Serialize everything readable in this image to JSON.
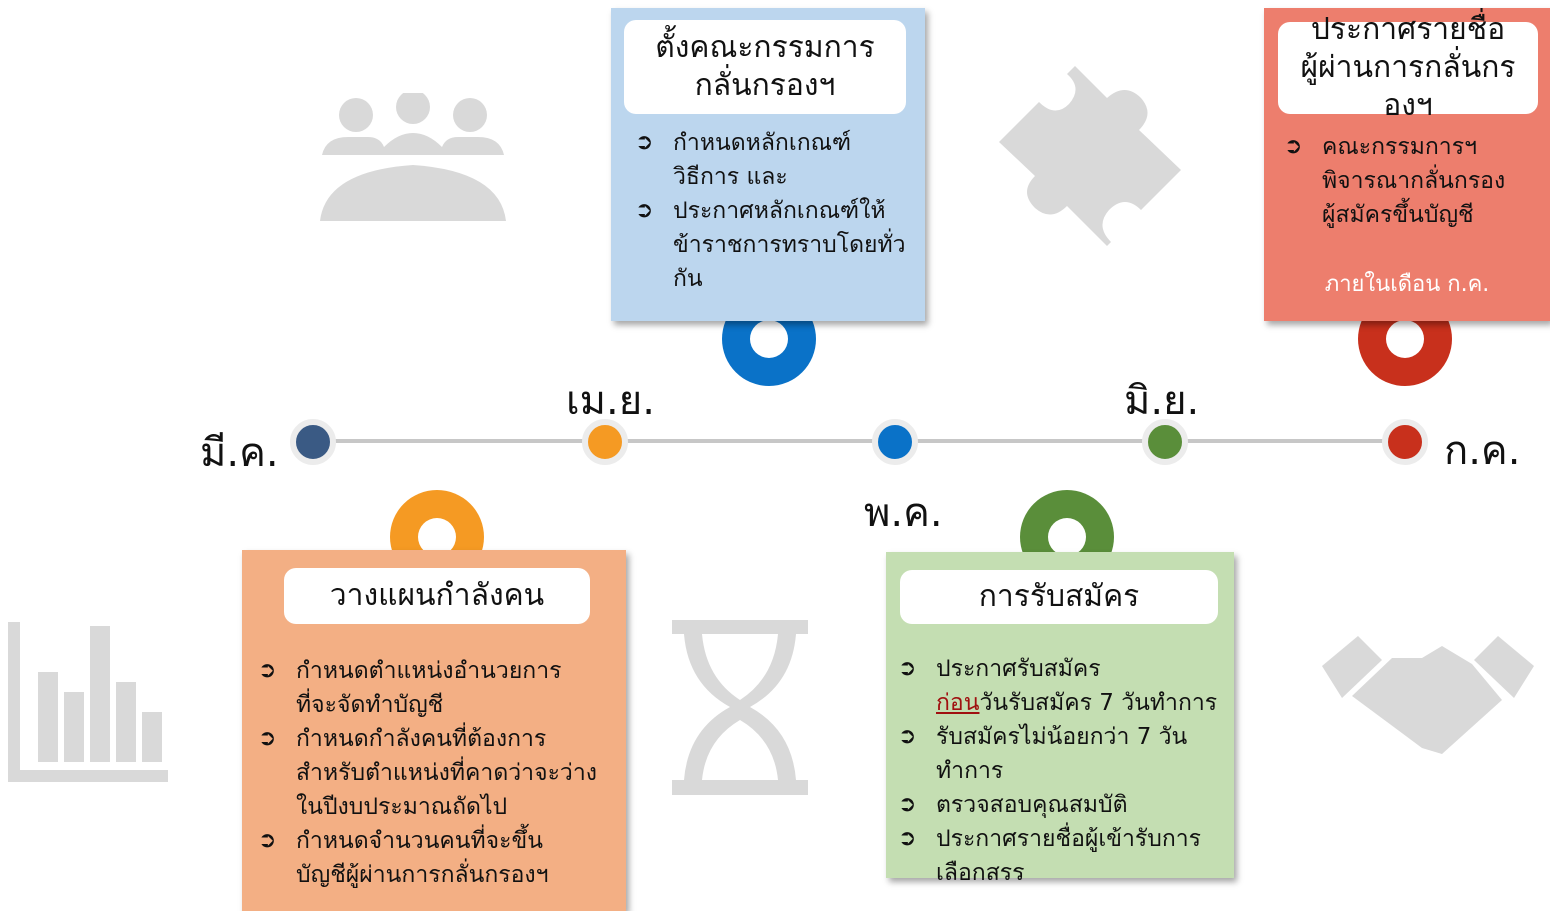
{
  "months": {
    "mar": "มี.ค.",
    "apr": "เม.ย.",
    "may": "พ.ค.",
    "jun": "มิ.ย.",
    "jul": "ก.ค."
  },
  "colors": {
    "navy": "#3a5a84",
    "orange": "#f59a23",
    "blue": "#0a72c8",
    "green": "#5a8e3a",
    "red": "#c8301c",
    "card_blue": "#bcd6ee",
    "card_red": "#ed7e6d",
    "card_orange": "#f3af84",
    "card_green": "#c4deb2",
    "icon_gray": "#d9d9d9"
  },
  "cards": {
    "committee": {
      "title_line1": "ตั้งคณะกรรมการ",
      "title_line2": "กลั่นกรองฯ",
      "items": [
        [
          "กำหนดหลักเกณฑ์",
          "วิธีการ และ"
        ],
        [
          "ประกาศหลักเกณฑ์ให้",
          "ข้าราชการทราบโดยทั่วกัน"
        ]
      ]
    },
    "announce": {
      "title_line1": "ประกาศรายชื่อ",
      "title_line2": "ผู้ผ่านการกลั่นกรองฯ",
      "items": [
        [
          "คณะกรรมการฯ",
          "พิจารณากลั่นกรอง",
          "ผู้สมัครขึ้นบัญชี"
        ]
      ],
      "note": "ภายในเดือน ก.ค."
    },
    "planning": {
      "title": "วางแผนกำลังคน",
      "items": [
        [
          "กำหนดตำแหน่งอำนวยการ",
          "ที่จะจัดทำบัญชี"
        ],
        [
          "กำหนดกำลังคนที่ต้องการ",
          "สำหรับตำแหน่งที่คาดว่าจะว่าง",
          "ในปีงบประมาณถัดไป"
        ],
        [
          "กำหนดจำนวนคนที่จะขึ้น",
          "บัญชีผู้ผ่านการกลั่นกรองฯ"
        ]
      ]
    },
    "apply": {
      "title": "การรับสมัคร",
      "item1_line1": "ประกาศรับสมัคร",
      "item1_underlined": "ก่อน",
      "item1_rest": "วันรับสมัคร 7 วันทำการ",
      "item2": "รับสมัครไม่น้อยกว่า 7 วันทำการ",
      "item3": "ตรวจสอบคุณสมบัติ",
      "item4_line1": "ประกาศรายชื่อผู้เข้ารับการ",
      "item4_line2": "เลือกสรร"
    }
  },
  "bullet_glyph": "➲",
  "icons": [
    "meeting-icon",
    "puzzle-icon",
    "bar-chart-icon",
    "hourglass-icon",
    "handshake-icon"
  ]
}
